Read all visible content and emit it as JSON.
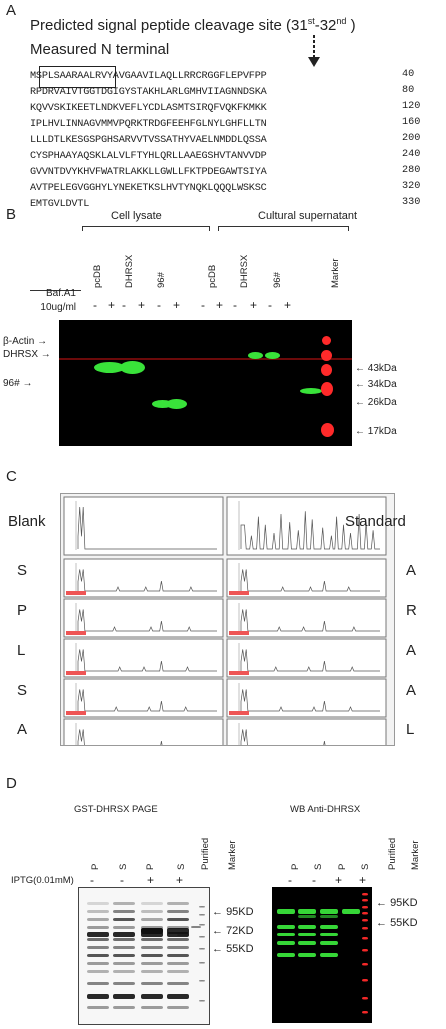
{
  "panelA": {
    "letter": "A",
    "title": "Predicted signal peptide cleavage site (31",
    "title_sup1": "st",
    "title_mid": "-32",
    "title_sup2": "nd",
    "title_end": " )",
    "measured_label": "Measured N terminal",
    "sequence": [
      {
        "text": "MSPLSAARAALRVYAVGAAVILAQLLRRCRGGFLEPVFPP",
        "num": "40"
      },
      {
        "text": "RPDRVAIVTGGTDGIGYSTAKHLARLGMHVIIAGNNDSKA",
        "num": "80"
      },
      {
        "text": "KQVVSKIKEETLNDKVEFLYCDLASMTSIRQFVQKFKMKK",
        "num": "120"
      },
      {
        "text": "IPLHVLINNAGVMMVPQRKTRDGFEEHFGLNYLGHFLLTN",
        "num": "160"
      },
      {
        "text": "LLLDTLKESGSPGHSARVVTVSSATHYVAELNMDDLQSSA",
        "num": "200"
      },
      {
        "text": "CYSPHAAYAQSKLALVLFTYHLQRLLAAEGSHVTANVVDP",
        "num": "240"
      },
      {
        "text": "GVVNTDVYKHVFWATRLAKKLLGWLLFKTPDEGAWTSIYA",
        "num": "280"
      },
      {
        "text": "AVTPELEGVGGHYLYNEKETKSLHVTYNQKLQQQLWSKSC",
        "num": "320"
      },
      {
        "text": "EMTGVLDVTL",
        "num": "330"
      }
    ]
  },
  "panelB": {
    "letter": "B",
    "group1": "Cell lysate",
    "group2": "Cultural supernatant",
    "lanes": [
      "pcDB",
      "DHRSX",
      "96#",
      "pcDB",
      "DHRSX",
      "96#",
      "Marker"
    ],
    "treatment_line1": "Baf.A1",
    "treatment_line2": "10ug/ml",
    "signs": [
      "-",
      "+",
      "-",
      "+",
      "-",
      "+",
      "-",
      "+",
      "-",
      "+",
      "-",
      "+"
    ],
    "left_labels": [
      "β-Actin",
      "DHRSX",
      "96#"
    ],
    "right_labels": [
      "43kDa",
      "34kDa",
      "26kDa",
      "17kDa"
    ]
  },
  "panelC": {
    "letter": "C",
    "left_labels": [
      "Blank",
      "S",
      "P",
      "L",
      "S",
      "A"
    ],
    "right_labels": [
      "Standard",
      "A",
      "R",
      "A",
      "A",
      "L"
    ]
  },
  "panelD": {
    "letter": "D",
    "left_title": "GST-DHRSX PAGE",
    "right_title": "WB Anti-DHRSX",
    "lanes": [
      "P",
      "S",
      "P",
      "S",
      "Purified",
      "Marker"
    ],
    "iptg": "IPTG(0.01mM)",
    "signs": [
      "-",
      "-",
      "+",
      "+"
    ],
    "left_markers": [
      "95KD",
      "72KD",
      "55KD"
    ],
    "right_markers": [
      "95KD",
      "55KD"
    ]
  },
  "colors": {
    "green": "#39e23a",
    "red": "#ff2a2a",
    "gel": "#000000"
  }
}
